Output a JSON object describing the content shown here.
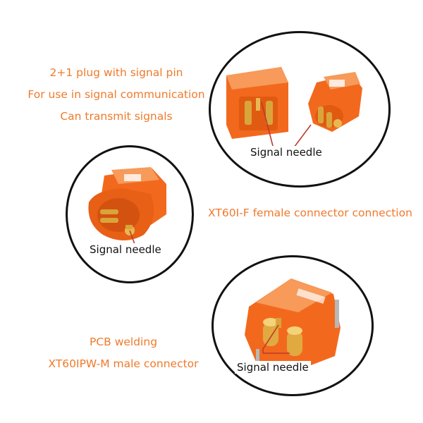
{
  "captions": {
    "top": [
      "2+1 plug with signal pin",
      "For use in signal communication",
      "Can transmit signals"
    ],
    "middle": "XT60I-F female connector connection",
    "bottom": [
      "PCB welding",
      "XT60IPW-M male connector"
    ]
  },
  "signal_labels": {
    "circle1": "Signal needle",
    "circle2": "Signal needle",
    "circle3": "Signal needle"
  },
  "colors": {
    "caption": "#f07a2c",
    "connector_body": "#f2691e",
    "pointer_line": "#c0392b",
    "circle_border": "#111111"
  }
}
